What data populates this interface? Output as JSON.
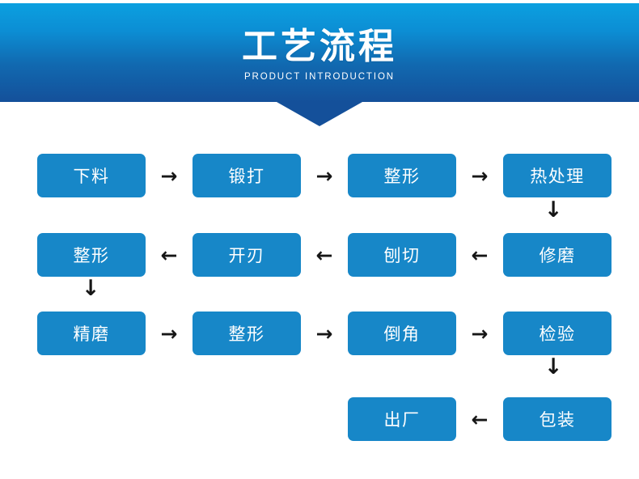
{
  "header": {
    "title": "工艺流程",
    "subtitle": "PRODUCT INTRODUCTION",
    "gradient_top_color": "#0ba0e0",
    "gradient_bottom_color": "#14509a",
    "pointer_color": "#14509a"
  },
  "flow": {
    "node_color": "#1787c8",
    "node_text_color": "#ffffff",
    "arrow_color": "#161616",
    "arrow_right": "→",
    "arrow_left": "←",
    "arrow_down": "↓",
    "rows": [
      {
        "direction": "right",
        "nodes": [
          "下料",
          "锻打",
          "整形",
          "热处理"
        ],
        "connectors": [
          "→",
          "→",
          "→"
        ]
      },
      {
        "direction": "left",
        "nodes": [
          "整形",
          "开刃",
          "刨切",
          "修磨"
        ],
        "connectors": [
          "←",
          "←",
          "←"
        ]
      },
      {
        "direction": "right",
        "nodes": [
          "精磨",
          "整形",
          "倒角",
          "检验"
        ],
        "connectors": [
          "→",
          "→",
          "→"
        ]
      },
      {
        "direction": "left",
        "nodes": [
          "",
          "",
          "出厂",
          "包装"
        ],
        "connectors": [
          "",
          "",
          "←"
        ]
      }
    ],
    "vertical_connectors": [
      {
        "label": "↓",
        "from": "热处理",
        "to": "修磨"
      },
      {
        "label": "↓",
        "from": "整形",
        "to": "精磨"
      },
      {
        "label": "↓",
        "from": "检验",
        "to": "包装"
      }
    ]
  }
}
